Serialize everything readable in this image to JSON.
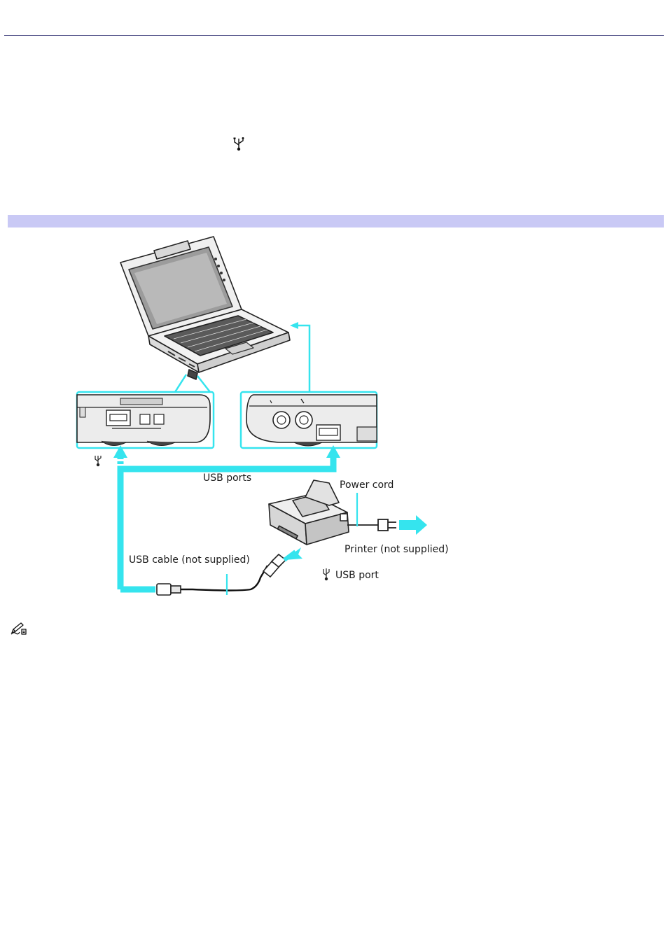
{
  "figure": {
    "labels": {
      "usb_ports": "USB ports",
      "power_cord": "Power cord",
      "printer": "Printer (not supplied)",
      "usb_cable": "USB cable (not supplied)",
      "usb_port": "USB port"
    }
  },
  "colors": {
    "accent": "#35e4ee",
    "section_bar": "#c9c9f5",
    "rule": "#3a3a78",
    "line_art": "#222222"
  },
  "icons": {
    "inline_usb": "usb-icon",
    "note": "note-pencil-icon"
  }
}
